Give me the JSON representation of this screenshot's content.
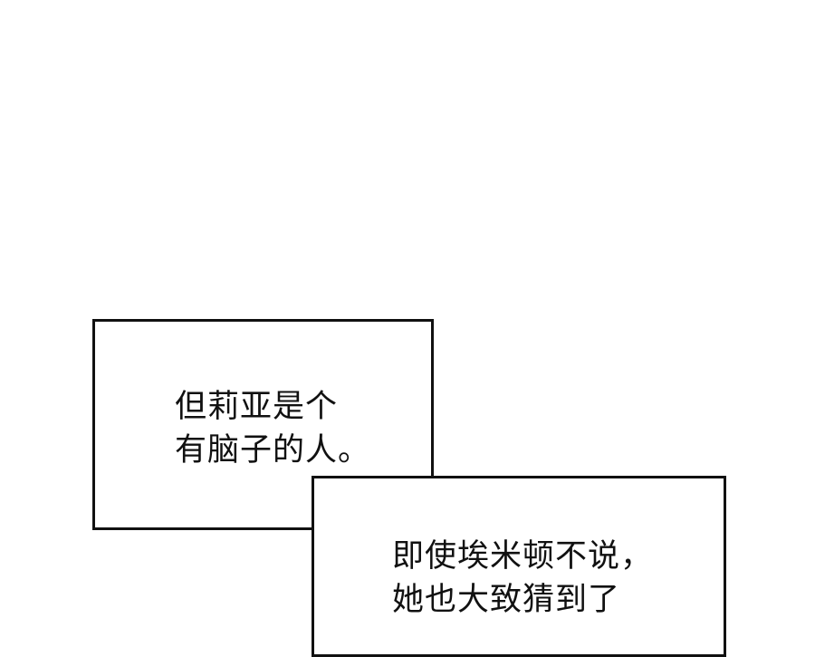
{
  "panel": {
    "background": "#ffffff",
    "border_color": "#111111",
    "caption_1": {
      "line_1": "但莉亚是个",
      "line_2": "有脑子的人。"
    },
    "caption_2": {
      "line_1": "即使埃米顿不说，",
      "line_2": "她也大致猜到了"
    }
  }
}
